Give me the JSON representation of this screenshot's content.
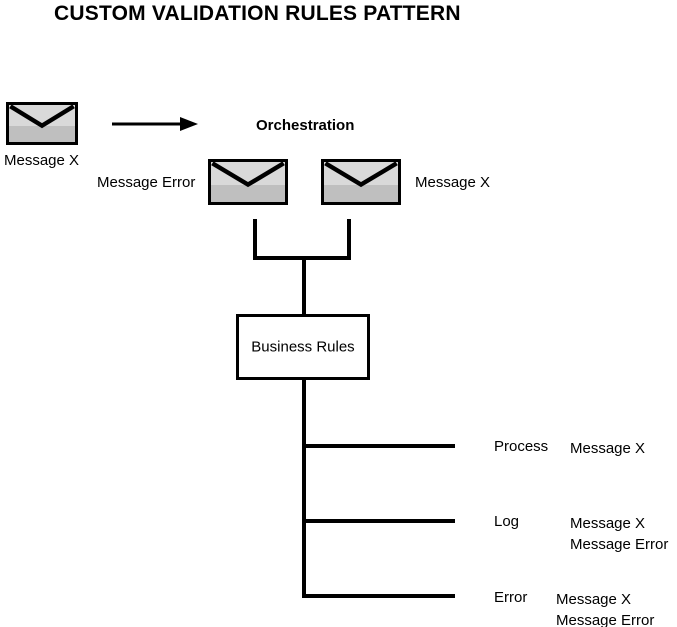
{
  "title": "CUSTOM VALIDATION RULES PATTERN",
  "colors": {
    "line": "#000000",
    "envelope_fill": "#bfbfbf",
    "envelope_flap": "#d9d9d9",
    "background": "#ffffff"
  },
  "source": {
    "envelope_icon": "envelope-icon",
    "label": "Message X"
  },
  "arrow": {
    "icon": "arrow-right-icon"
  },
  "orchestration": {
    "title": "Orchestration",
    "left_label": "Message Error",
    "right_label": "Message X",
    "left_envelope_icon": "envelope-icon",
    "right_envelope_icon": "envelope-icon"
  },
  "process_box": {
    "label": "Business Rules"
  },
  "branches": [
    {
      "action": "Process",
      "messages": [
        "Message X"
      ]
    },
    {
      "action": "Log",
      "messages": [
        "Message X",
        "Message Error"
      ]
    },
    {
      "action": "Error",
      "messages": [
        "Message X",
        "Message Error"
      ]
    }
  ]
}
